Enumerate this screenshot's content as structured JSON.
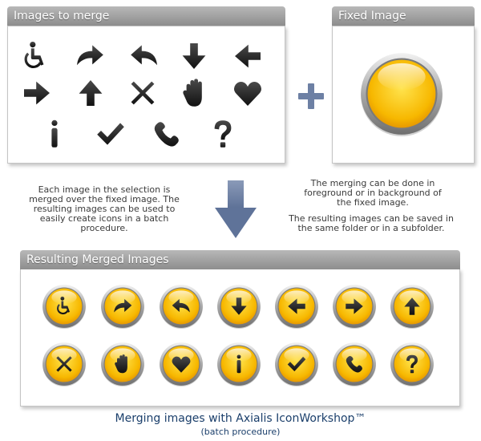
{
  "images_panel": {
    "title": "Images to merge",
    "icons": [
      "wheelchair-icon",
      "redo-arrow-icon",
      "undo-arrow-icon",
      "arrow-down-icon",
      "arrow-left-icon",
      "arrow-right-icon",
      "arrow-up-icon",
      "cross-icon",
      "hand-icon",
      "heart-icon",
      "info-icon",
      "checkmark-icon",
      "phone-icon",
      "question-icon"
    ]
  },
  "plus_symbol": "+",
  "fixed_panel": {
    "title": "Fixed Image"
  },
  "notes": {
    "left": "Each image in the selection is merged over the fixed image. The resulting images can be used to easily create icons in a batch procedure.",
    "right_1": "The merging can be done in foreground or in background of the fixed image.",
    "right_2": "The resulting images can be saved in the same folder or in a subfolder."
  },
  "results_panel": {
    "title": "Resulting Merged Images",
    "icons": [
      "wheelchair-icon",
      "redo-arrow-icon",
      "undo-arrow-icon",
      "arrow-down-icon",
      "arrow-left-icon",
      "arrow-right-icon",
      "arrow-up-icon",
      "cross-icon",
      "hand-icon",
      "heart-icon",
      "info-icon",
      "checkmark-icon",
      "phone-icon",
      "question-icon"
    ]
  },
  "footer": {
    "title": "Merging images with Axialis IconWorkshop™",
    "subtitle": "(batch procedure)"
  },
  "colors": {
    "orb_light": "#ffe14a",
    "orb_dark": "#f2a900",
    "ring": "#9a9a9a",
    "glyph": "#2a2a2a",
    "arrow": "#6d80a4",
    "footer_text": "#1b3f6b"
  }
}
